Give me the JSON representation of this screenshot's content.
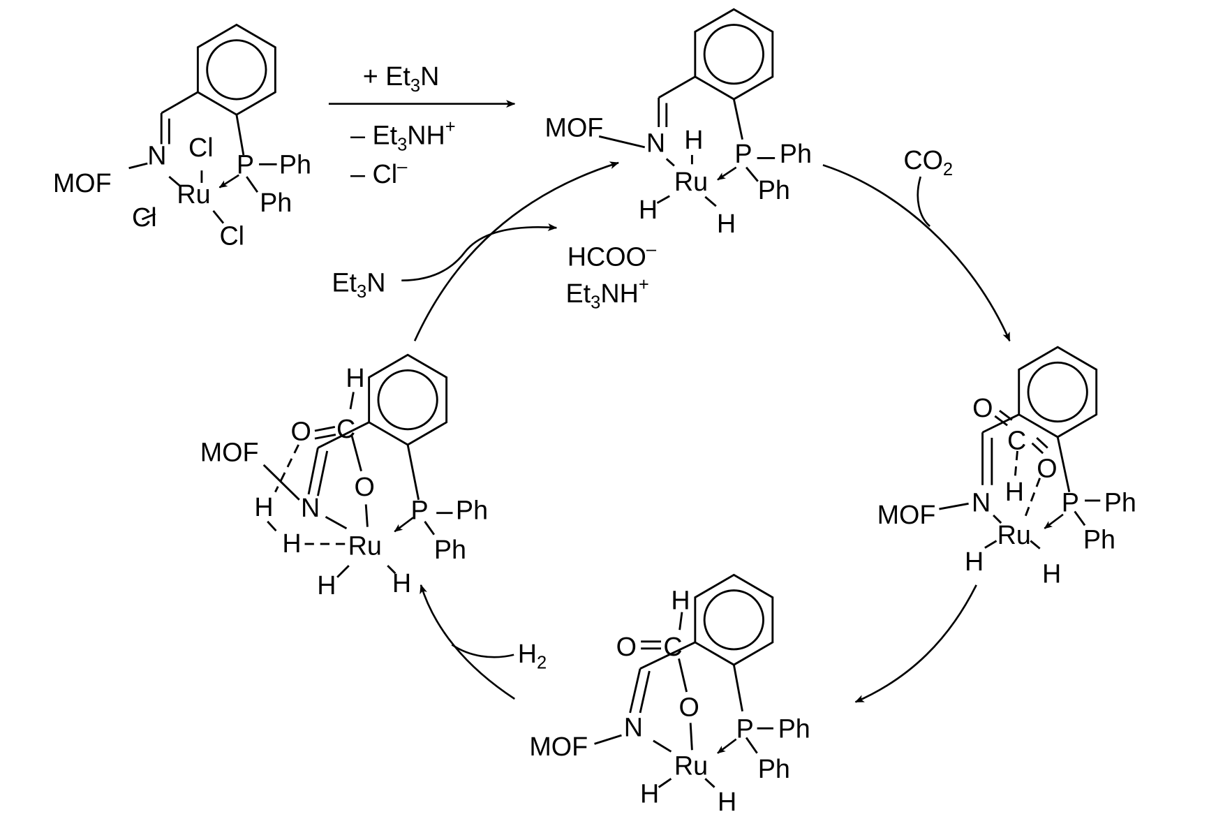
{
  "title": "Catalytic cycle for CO2 hydrogenation to formate on MOF-supported Ru–phosphine imine complex",
  "colors": {
    "ink": "#000000",
    "background": "#ffffff"
  },
  "activation": {
    "reagent_add": "+ Et",
    "reagent_add_sub": "3",
    "reagent_add_tail": "N",
    "loss1": "– Et",
    "loss1_sub": "3",
    "loss1_tail": "NH",
    "loss1_sup": "+",
    "loss2": "– Cl",
    "loss2_sup": "–"
  },
  "labels": {
    "mof": "MOF",
    "ru": "Ru",
    "n": "N",
    "p": "P",
    "ph": "Ph",
    "cl": "Cl",
    "h": "H",
    "o": "O",
    "c": "C"
  },
  "cycle": {
    "co2": "CO",
    "co2_sub": "2",
    "h2": "H",
    "h2_sub": "2",
    "et3n": "Et",
    "et3n_sub": "3",
    "et3n_tail": "N",
    "product1": "HCOO",
    "product1_sup": "–",
    "product2": "Et",
    "product2_sub": "3",
    "product2_tail": "NH",
    "product2_sup": "+"
  },
  "species": [
    "precatalyst Ru-Cl3 complex",
    "Ru trihydride active species",
    "CO2 coordinated intermediate",
    "formate-bound Ru intermediate",
    "H2 addition / formate release intermediate"
  ]
}
